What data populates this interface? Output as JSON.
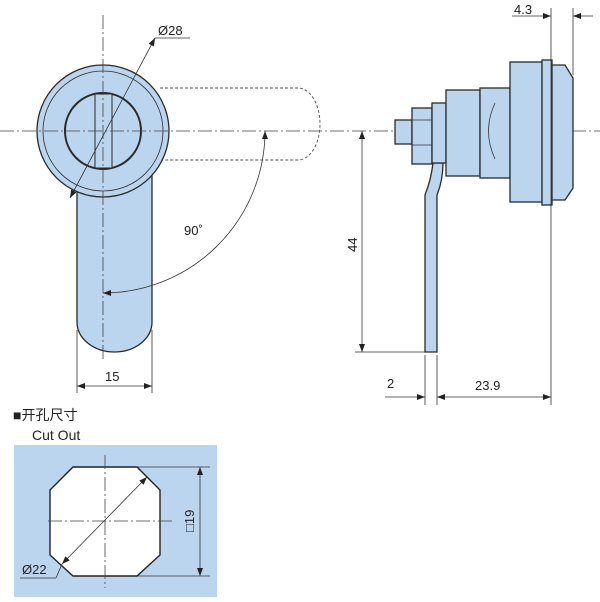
{
  "front_view": {
    "diameter_label": "Ø28",
    "angle_label": "90˚",
    "width_label": "15"
  },
  "side_view": {
    "flange_label": "4.3",
    "height_label": "44",
    "thickness_label": "2",
    "depth_label": "23.9"
  },
  "cutout": {
    "title_cn": "■开孔尺寸",
    "title_en": "Cut Out",
    "diameter_label": "Ø22",
    "square_label": "□19"
  },
  "colors": {
    "part_fill": "#bcd5ee",
    "line": "#2a2a2a"
  }
}
